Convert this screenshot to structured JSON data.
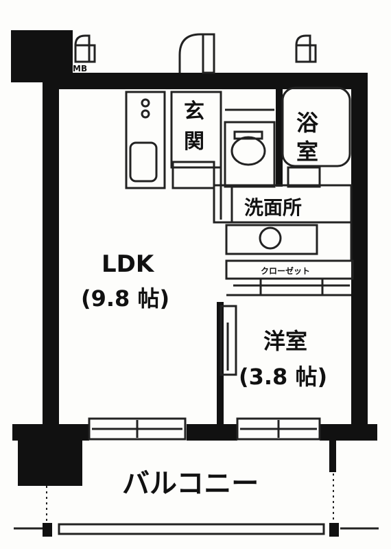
{
  "labels": {
    "mb": "MB",
    "entrance": [
      "玄",
      "関"
    ],
    "bath": [
      "浴",
      "室"
    ],
    "washroom": "洗面所",
    "ldk_name": "LDK",
    "ldk_size": "(9.8 帖)",
    "closet": "クローゼット",
    "western_room": "洋室",
    "western_room_size": "(3.8 帖)",
    "balcony": "バルコニー"
  },
  "colors": {
    "wall": "#111111",
    "line": "#222222",
    "paper": "#fdfdfb"
  }
}
